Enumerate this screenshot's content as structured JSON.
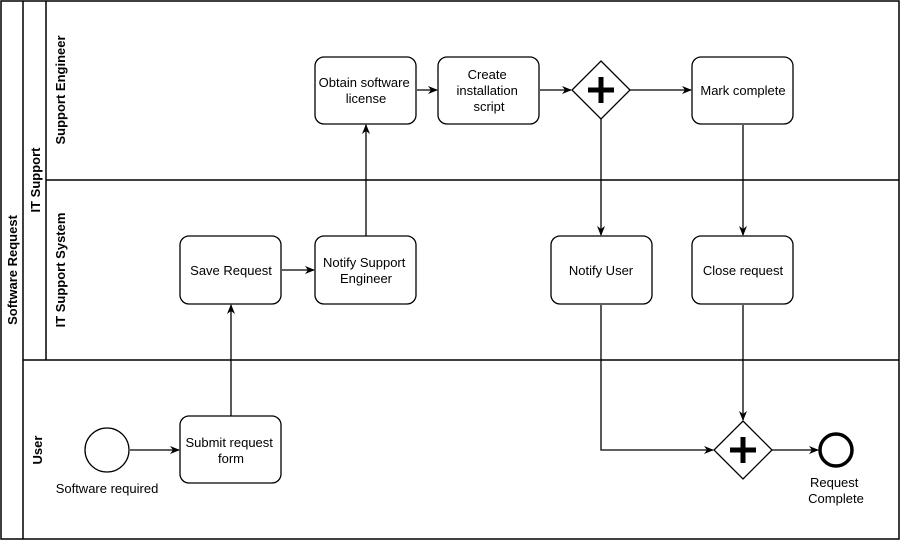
{
  "pool": {
    "title": "Software Request"
  },
  "lane_group": {
    "title": "IT Support"
  },
  "lanes": {
    "support_engineer": "Support Engineer",
    "it_support_system": "IT Support System",
    "user": "User"
  },
  "tasks": {
    "obtain_license": [
      "Obtain software",
      "license"
    ],
    "create_script": [
      "Create",
      "installation",
      "script"
    ],
    "mark_complete": [
      "Mark complete"
    ],
    "save_request": [
      "Save Request"
    ],
    "notify_engineer": [
      "Notify Support",
      "Engineer"
    ],
    "notify_user": [
      "Notify User"
    ],
    "close_request": [
      "Close request"
    ],
    "submit_form": [
      "Submit request",
      "form"
    ]
  },
  "events": {
    "start": [
      "Software required"
    ],
    "end": [
      "Request",
      "Complete"
    ]
  },
  "gateways": {
    "split": "parallel-gateway",
    "join": "parallel-gateway"
  },
  "colors": {
    "stroke": "#000000",
    "fill": "#ffffff"
  }
}
